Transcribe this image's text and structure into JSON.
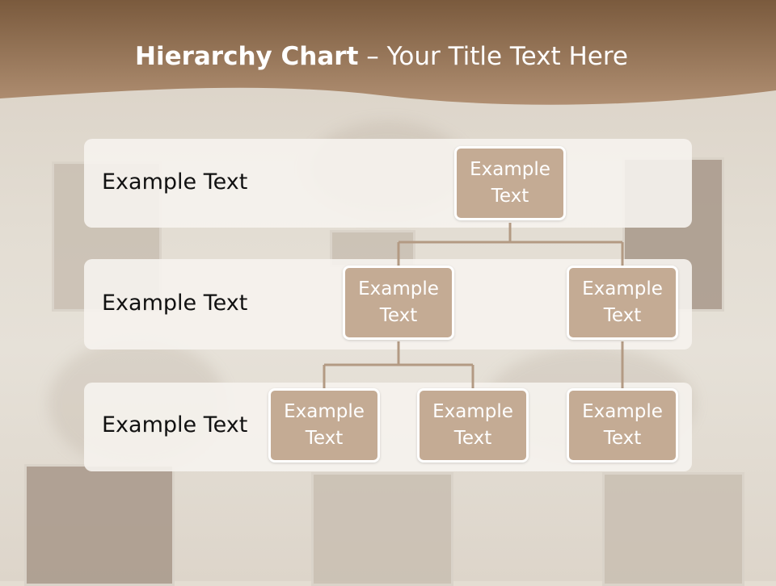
{
  "title": {
    "bold": "Hierarchy Chart",
    "rest": " – Your Title Text Here"
  },
  "levels": [
    {
      "label": "Example Text"
    },
    {
      "label": "Example Text"
    },
    {
      "label": "Example Text"
    }
  ],
  "nodes": {
    "root": "Example\nText",
    "mid_left": "Example\nText",
    "mid_right": "Example\nText",
    "leaf_1": "Example\nText",
    "leaf_2": "Example\nText",
    "leaf_3": "Example\nText"
  },
  "colors": {
    "header_brown": "#7a5a3d",
    "node_fill": "#c4ab94",
    "connector": "#b39a83"
  }
}
